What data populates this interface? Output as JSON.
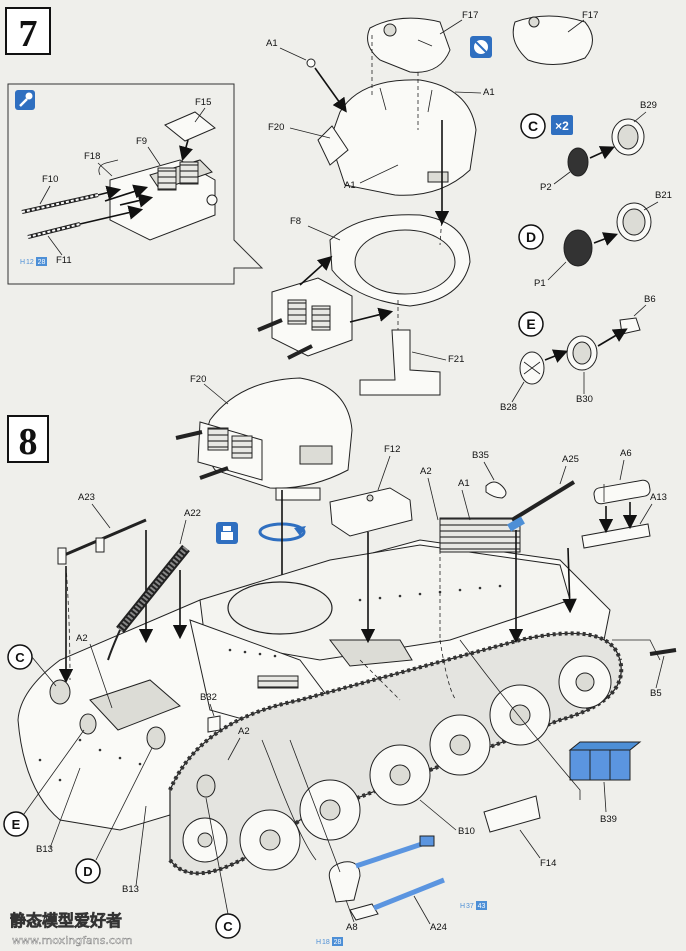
{
  "steps": {
    "step7": {
      "number": "7"
    },
    "step8": {
      "number": "8"
    }
  },
  "subassemblies": {
    "C": {
      "letter": "C",
      "multiplier": "×2"
    },
    "D": {
      "letter": "D"
    },
    "E": {
      "letter": "E"
    }
  },
  "part_labels": {
    "F17_a": "F17",
    "F17_b": "F17",
    "A1_a": "A1",
    "A1_b": "A1",
    "A1_c": "A1",
    "A1_d": "A1",
    "F20_a": "F20",
    "F20_b": "F20",
    "F15": "F15",
    "F9": "F9",
    "F18": "F18",
    "F10": "F10",
    "F11": "F11",
    "F8": "F8",
    "F21": "F21",
    "B29": "B29",
    "P2": "P2",
    "B21": "B21",
    "P1": "P1",
    "B6": "B6",
    "B28": "B28",
    "B30": "B30",
    "F12": "F12",
    "A2_a": "A2",
    "A2_b": "A2",
    "A2_c": "A2",
    "B35": "B35",
    "A25": "A25",
    "A6": "A6",
    "A13": "A13",
    "A23": "A23",
    "A22": "A22",
    "B5": "B5",
    "B32": "B32",
    "B39": "B39",
    "B10": "B10",
    "F14": "F14",
    "B13_a": "B13",
    "B13_b": "B13",
    "A8": "A8",
    "A24": "A24"
  },
  "callouts": {
    "C_left": "C",
    "E_left": "E",
    "D_low": "D",
    "C_bottom": "C"
  },
  "paint_refs": {
    "ref_a_code": "H",
    "ref_a_num": "12",
    "ref_a_badge": "28",
    "ref_b_code": "H",
    "ref_b_num": "37",
    "ref_b_badge": "43",
    "ref_c_code": "H",
    "ref_c_num": "18",
    "ref_c_badge": "28"
  },
  "watermark": {
    "title": "静态模型爱好者",
    "url": "www.moxingfans.com"
  },
  "colors": {
    "paint_blue": "#4d8fd6",
    "icon_blue": "#2f6fc0",
    "tracks_blue": "#5b95e0"
  },
  "icons": [
    "cement-icon",
    "do-not-cement-icon",
    "rotate-icon",
    "option-detail-icon"
  ]
}
